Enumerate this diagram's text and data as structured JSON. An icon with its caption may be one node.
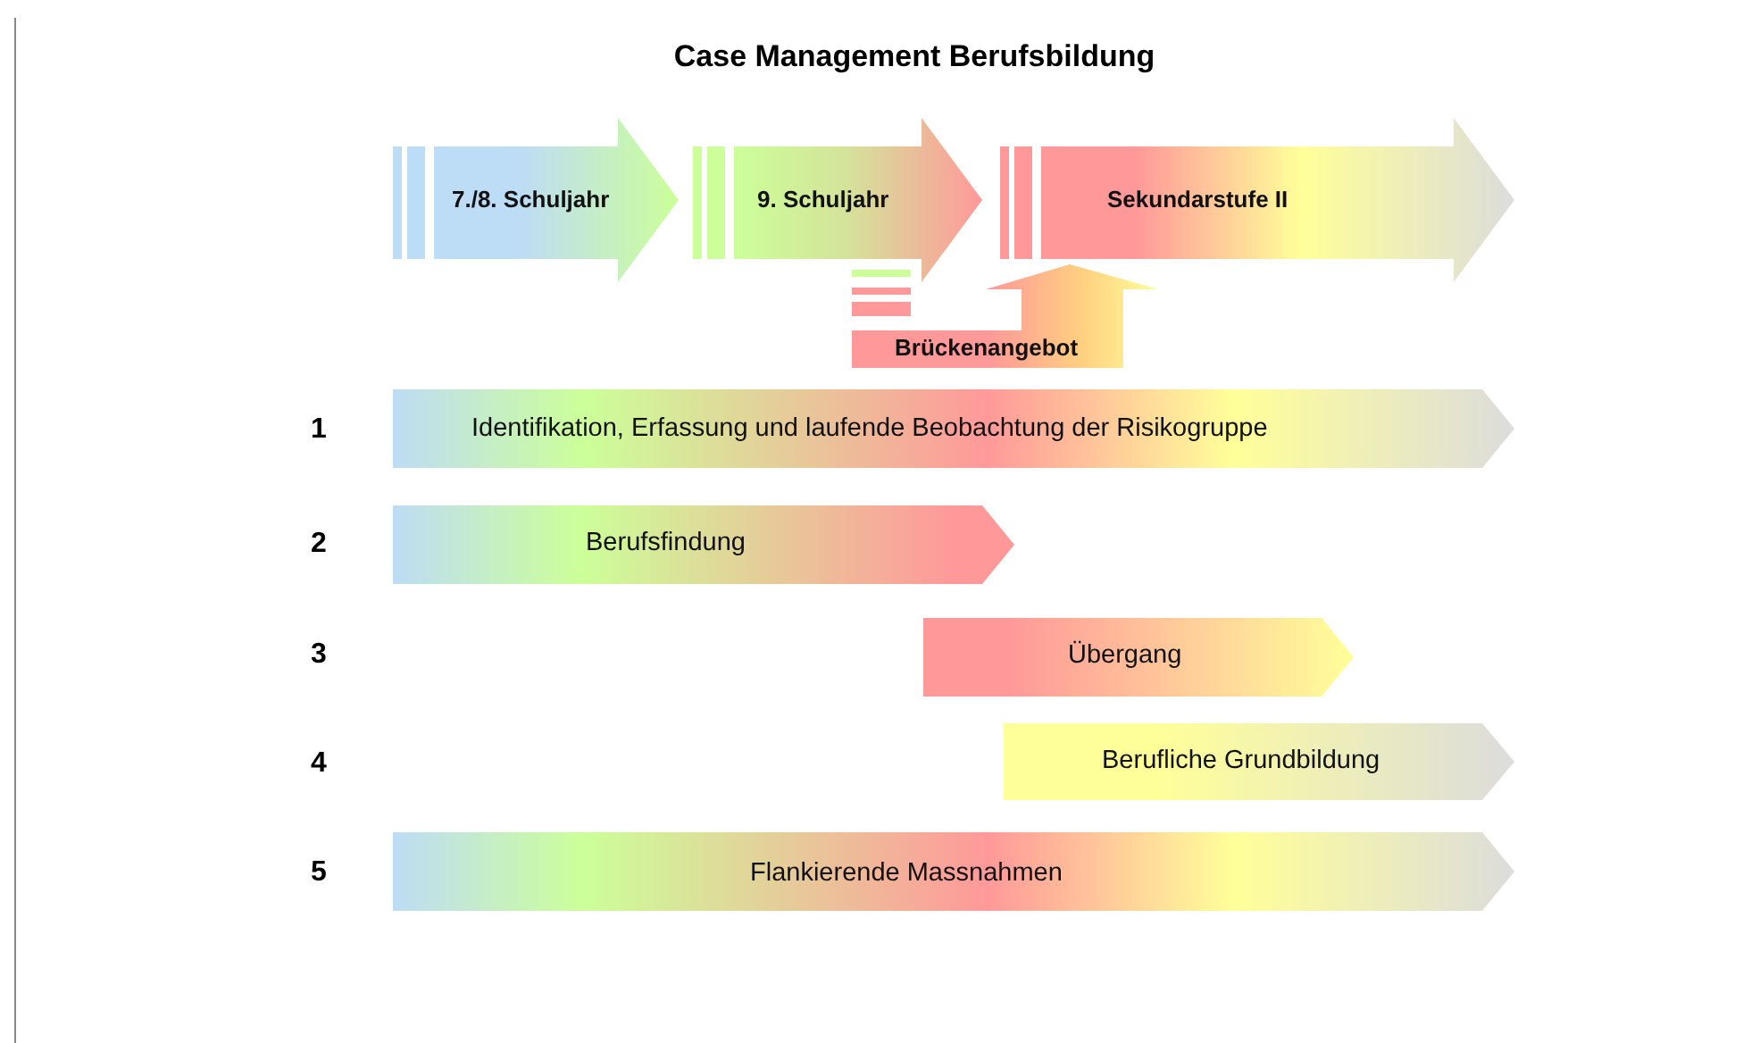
{
  "diagram": {
    "title": "Case Management Berufsbildung",
    "nodes": [
      {
        "text": [
          "7./8. Schuljahr"
        ]
      },
      {
        "text": [
          "9. Schuljahr"
        ]
      },
      {
        "text": [
          "Sekundarstufe II"
        ]
      },
      {
        "text": [
          "Brückenangebot"
        ]
      },
      {
        "text": [
          "Identifikation, Erfassung und laufende Beobachtung der Risikogruppe"
        ]
      },
      {
        "text": [
          "Berufsfindung"
        ]
      },
      {
        "text": [
          "Übergang"
        ]
      },
      {
        "text": [
          "Berufliche Grundbildung"
        ]
      },
      {
        "text": [
          "Flankierende Massnahmen"
        ]
      }
    ],
    "labels": [
      "1",
      "2",
      "3",
      "4",
      "5"
    ]
  }
}
